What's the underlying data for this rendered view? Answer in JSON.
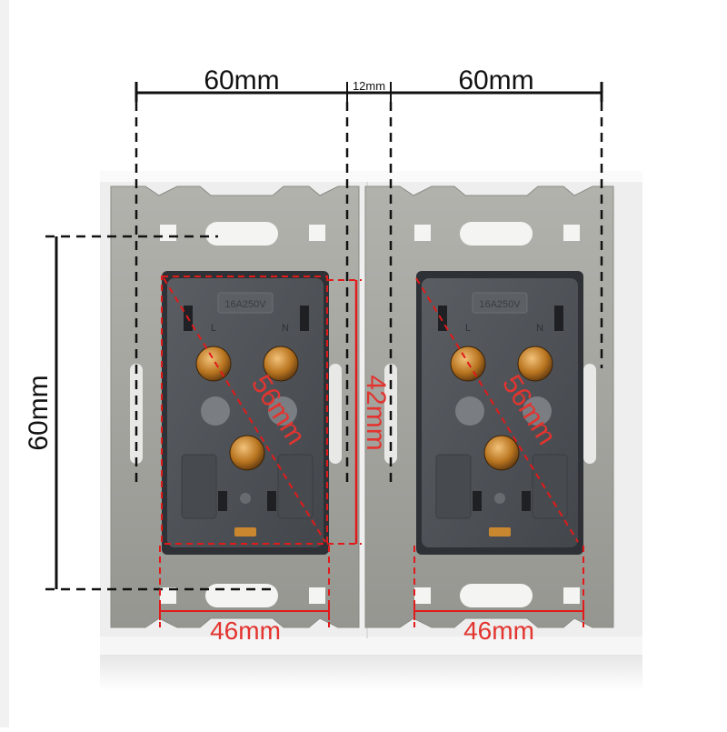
{
  "dimensions": {
    "top_width_left": "60mm",
    "gap": "12mm",
    "top_width_right": "60mm",
    "height": "60mm",
    "insert_height": "42mm",
    "diagonal_left": "56mm",
    "diagonal_right": "56mm",
    "bottom_width_left": "46mm",
    "bottom_width_right": "46mm"
  },
  "socket": {
    "rating_text": "16A250V",
    "live_label": "L",
    "neutral_label": "N"
  },
  "colors": {
    "frame": "#d9d9d9",
    "mount_plate": "#a3a39e",
    "socket_face": "#4e5257",
    "pin_brass": "#c9872f",
    "black_line": "#111111",
    "red_line": "#e11a1a",
    "red_text": "#e3342f"
  }
}
